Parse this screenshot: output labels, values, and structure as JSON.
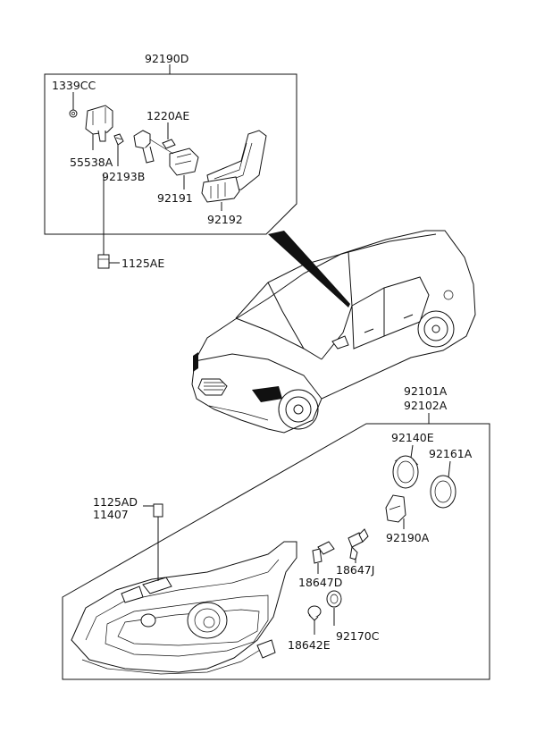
{
  "labels": {
    "p92190D": "92190D",
    "p1339CC": "1339CC",
    "p1220AE": "1220AE",
    "p55538A": "55538A",
    "p92193B": "92193B",
    "p92191": "92191",
    "p92192": "92192",
    "p1125AE": "1125AE",
    "p92101A": "92101A",
    "p92102A": "92102A",
    "p92140E": "92140E",
    "p92161A": "92161A",
    "p1125AD": "1125AD",
    "p11407": "11407",
    "p92190A": "92190A",
    "p18647J": "18647J",
    "p18647D": "18647D",
    "p92170C": "92170C",
    "p18642E": "18642E"
  }
}
